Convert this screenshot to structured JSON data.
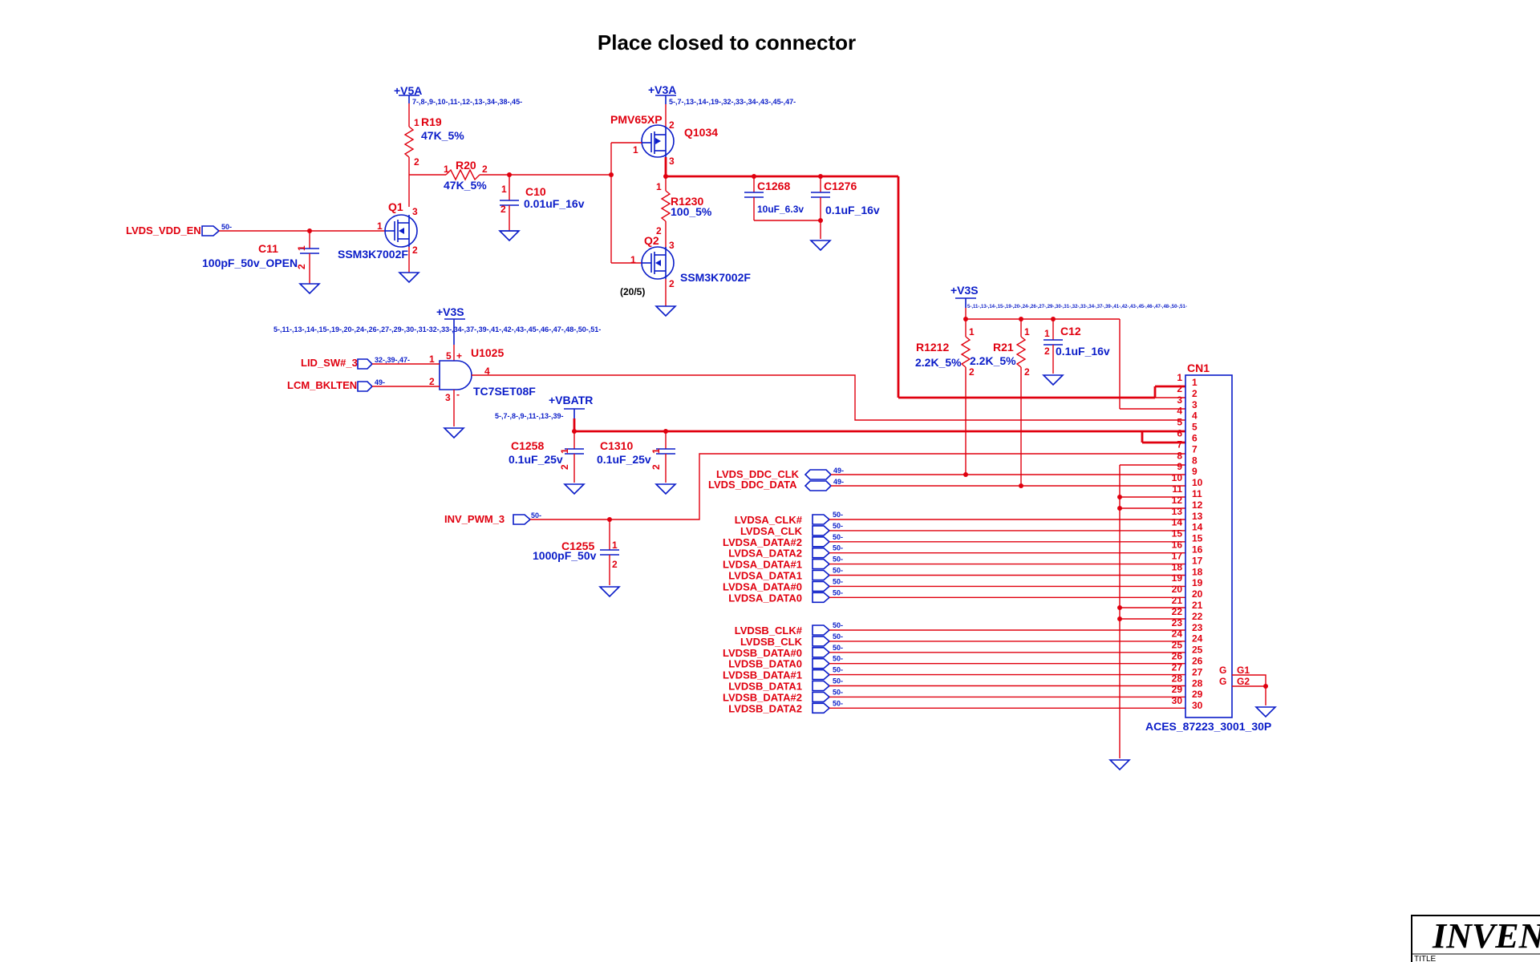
{
  "title": "Place closed to connector",
  "power": {
    "v5a": "+V5A",
    "v5a_refs": "7-,8-,9-,10-,11-,12-,13-,34-,38-,45-",
    "v3a": "+V3A",
    "v3a_refs": "5-,7-,13-,14-,19-,32-,33-,34-,43-,45-,47-",
    "v3s_u": "+V3S",
    "v3s_u_refs": "5-,11-,13-,14-,15-,19-,20-,24-,26-,27-,29-,30-,31-32-,33-,34-,37-,39-,41-,42-,43-,45-,46-,47-,48-,50-,51-",
    "v3s_r": "+V3S",
    "v3s_r_refs": "5-,11-,13-,14-,15-,19-,20-,24-,26-,27-,29-,30-,31-,32-,33-,34-,37-,39-,41-,42-,43-,45-,46-,47-,48-,50-,51-",
    "vbatr": "+VBATR",
    "vbatr_refs": "5-,7-,8-,9-,11-,13-,39-"
  },
  "parts": {
    "r19": {
      "ref": "R19",
      "val": "47K_5%"
    },
    "r20": {
      "ref": "R20",
      "val": "47K_5%"
    },
    "c10": {
      "ref": "C10",
      "val": "0.01uF_16v"
    },
    "c11": {
      "ref": "C11",
      "val": "100pF_50v_OPEN"
    },
    "q1": {
      "ref": "Q1",
      "val": "SSM3K7002F"
    },
    "q1034": {
      "ref": "Q1034",
      "val": "PMV65XP"
    },
    "r1230": {
      "ref": "R1230",
      "val": "100_5%"
    },
    "q2": {
      "ref": "Q2",
      "val": "SSM3K7002F",
      "note": "(20/5)"
    },
    "c1268": {
      "ref": "C1268",
      "val": "10uF_6.3v"
    },
    "c1276": {
      "ref": "C1276",
      "val": "0.1uF_16v"
    },
    "u1025": {
      "ref": "U1025",
      "val": "TC7SET08F"
    },
    "c1258": {
      "ref": "C1258",
      "val": "0.1uF_25v"
    },
    "c1310": {
      "ref": "C1310",
      "val": "0.1uF_25v"
    },
    "c1255": {
      "ref": "C1255",
      "val": "1000pF_50v"
    },
    "r1212": {
      "ref": "R1212",
      "val": "2.2K_5%"
    },
    "r21": {
      "ref": "R21",
      "val": "2.2K_5%"
    },
    "c12": {
      "ref": "C12",
      "val": "0.1uF_16v"
    },
    "cn1": {
      "ref": "CN1",
      "val": "ACES_87223_3001_30P"
    }
  },
  "nets": {
    "lvds_vdd_en": "LVDS_VDD_EN",
    "lvds_vdd_en_ref": "50-",
    "lid_sw": "LID_SW#_3",
    "lid_sw_ref": "32-,39-,47-",
    "lcm_bklten": "LCM_BKLTEN",
    "lcm_bklten_ref": "49-",
    "inv_pwm": "INV_PWM_3",
    "inv_pwm_ref": "50-",
    "ddc_clk": "LVDS_DDC_CLK",
    "ddc_clk_ref": "49-",
    "ddc_data": "LVDS_DDC_DATA",
    "ddc_data_ref": "49-"
  },
  "lvds_signals": [
    {
      "name": "LVDSA_CLK#",
      "ref": "50-"
    },
    {
      "name": "LVDSA_CLK",
      "ref": "50-"
    },
    {
      "name": "LVDSA_DATA#2",
      "ref": "50-"
    },
    {
      "name": "LVDSA_DATA2",
      "ref": "50-"
    },
    {
      "name": "LVDSA_DATA#1",
      "ref": "50-"
    },
    {
      "name": "LVDSA_DATA1",
      "ref": "50-"
    },
    {
      "name": "LVDSA_DATA#0",
      "ref": "50-"
    },
    {
      "name": "LVDSA_DATA0",
      "ref": "50-"
    },
    {
      "name": "LVDSB_CLK#",
      "ref": "50-"
    },
    {
      "name": "LVDSB_CLK",
      "ref": "50-"
    },
    {
      "name": "LVDSB_DATA#0",
      "ref": "50-"
    },
    {
      "name": "LVDSB_DATA0",
      "ref": "50-"
    },
    {
      "name": "LVDSB_DATA#1",
      "ref": "50-"
    },
    {
      "name": "LVDSB_DATA1",
      "ref": "50-"
    },
    {
      "name": "LVDSB_DATA#2",
      "ref": "50-"
    },
    {
      "name": "LVDSB_DATA2",
      "ref": "50-"
    }
  ],
  "cn1_pins": [
    "1",
    "2",
    "3",
    "4",
    "5",
    "6",
    "7",
    "8",
    "9",
    "10",
    "11",
    "12",
    "13",
    "14",
    "15",
    "16",
    "17",
    "18",
    "19",
    "20",
    "21",
    "22",
    "23",
    "24",
    "25",
    "26",
    "27",
    "28",
    "29",
    "30"
  ],
  "cn1_gpins": [
    {
      "left": "G",
      "right": "G1"
    },
    {
      "left": "G",
      "right": "G2"
    }
  ],
  "pin_labels": {
    "p1": "1",
    "p2": "2",
    "p3": "3",
    "p4": "4",
    "p5": "5",
    "plus": "+",
    "minus": "-"
  },
  "title_block": {
    "company": "INVEN",
    "title_label": "TITLE"
  }
}
